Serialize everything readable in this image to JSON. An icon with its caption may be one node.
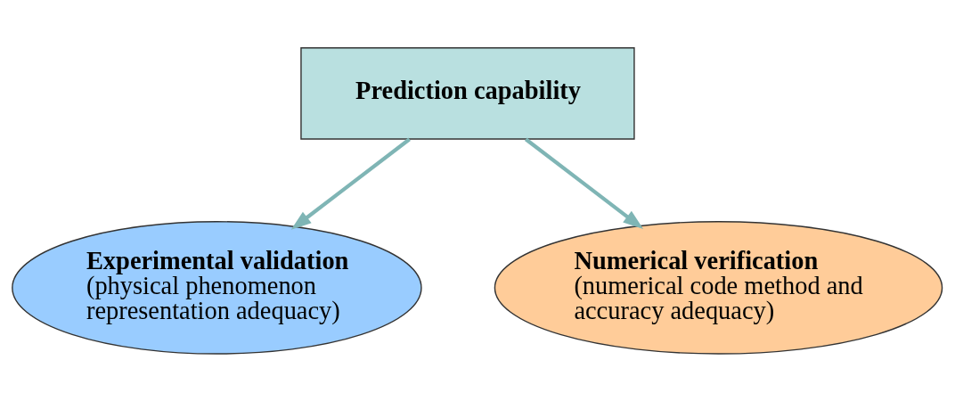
{
  "diagram": {
    "nodes": [
      {
        "text": [
          "Prediction capability"
        ]
      },
      {
        "text": [
          "Experimental validation",
          "(physical phenomenon representation adequacy)"
        ]
      },
      {
        "text": [
          "Numerical verification",
          "(numerical code method and accuracy adequacy)"
        ]
      }
    ],
    "edges": [
      {
        "from": 0,
        "to": 1,
        "arrow": "to"
      },
      {
        "from": 0,
        "to": 2,
        "arrow": "to"
      }
    ]
  }
}
